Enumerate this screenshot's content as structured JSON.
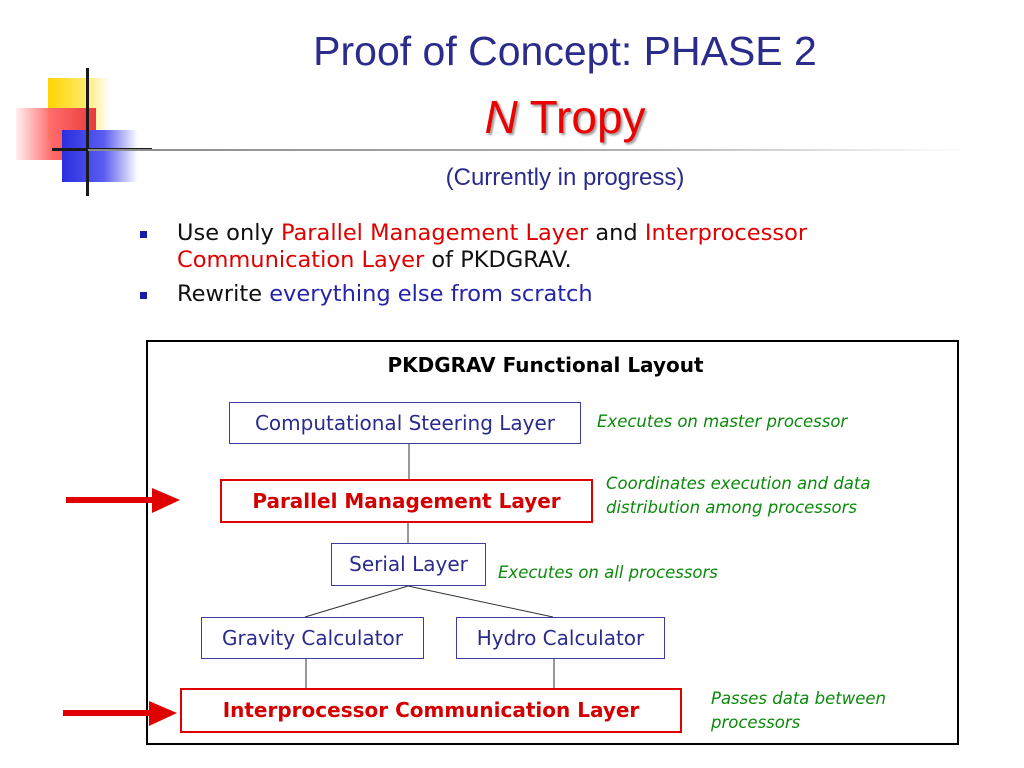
{
  "title": {
    "line1": "Proof of Concept: PHASE 2",
    "line2_italic": "N",
    "line2_rest": " Tropy",
    "subtitle": "(Currently in progress)"
  },
  "bullets": [
    {
      "parts": [
        {
          "text": "Use only ",
          "color": "black"
        },
        {
          "text": "Parallel Management Layer",
          "color": "red"
        },
        {
          "text": " and ",
          "color": "black"
        },
        {
          "text": "Interprocessor Communication Layer",
          "color": "red"
        },
        {
          "text": " of PKDGRAV.",
          "color": "black"
        }
      ]
    },
    {
      "parts": [
        {
          "text": "Rewrite ",
          "color": "black"
        },
        {
          "text": "everything else from scratch",
          "color": "blue"
        }
      ]
    }
  ],
  "diagram": {
    "title": "PKDGRAV Functional Layout",
    "nodes": {
      "steering": "Computational Steering Layer",
      "parallel": "Parallel Management Layer",
      "serial": "Serial Layer",
      "gravity": "Gravity Calculator",
      "hydro": "Hydro Calculator",
      "interproc": "Interprocessor Communication Layer"
    },
    "notes": {
      "steering": "Executes on master processor",
      "parallel_1": "Coordinates execution and data",
      "parallel_2": "distribution among processors",
      "serial": "Executes on all processors",
      "interproc_1": "Passes data between",
      "interproc_2": "processors"
    }
  },
  "colors": {
    "title_blue": "#2b2b8c",
    "accent_red": "#e00000",
    "note_green": "#0a8a0a",
    "bullet_blue": "#1a1aa8"
  }
}
